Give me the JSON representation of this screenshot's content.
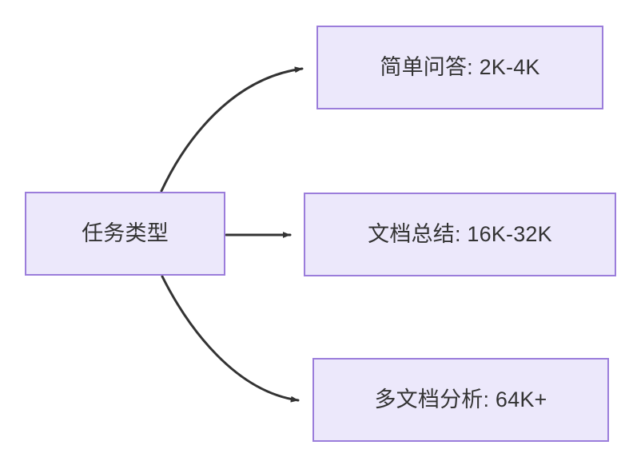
{
  "diagram": {
    "type": "flowchart",
    "direction": "left-to-right",
    "background_color": "#ffffff",
    "node_fill_color": "#ece8fb",
    "node_border_color": "#9b7ddb",
    "text_color": "#333333",
    "edge_color": "#333333",
    "nodes": [
      {
        "id": "source",
        "label": "任务类型",
        "role": "source"
      },
      {
        "id": "simple_qa",
        "label": "简单问答: 2K-4K",
        "role": "target"
      },
      {
        "id": "doc_summary",
        "label": "文档总结: 16K-32K",
        "role": "target"
      },
      {
        "id": "multi_doc",
        "label": "多文档分析: 64K+",
        "role": "target"
      }
    ],
    "edges": [
      {
        "from": "source",
        "to": "simple_qa",
        "style": "curved",
        "arrow": "filled-triangle"
      },
      {
        "from": "source",
        "to": "doc_summary",
        "style": "straight",
        "arrow": "filled-triangle"
      },
      {
        "from": "source",
        "to": "multi_doc",
        "style": "curved",
        "arrow": "filled-triangle"
      }
    ]
  }
}
